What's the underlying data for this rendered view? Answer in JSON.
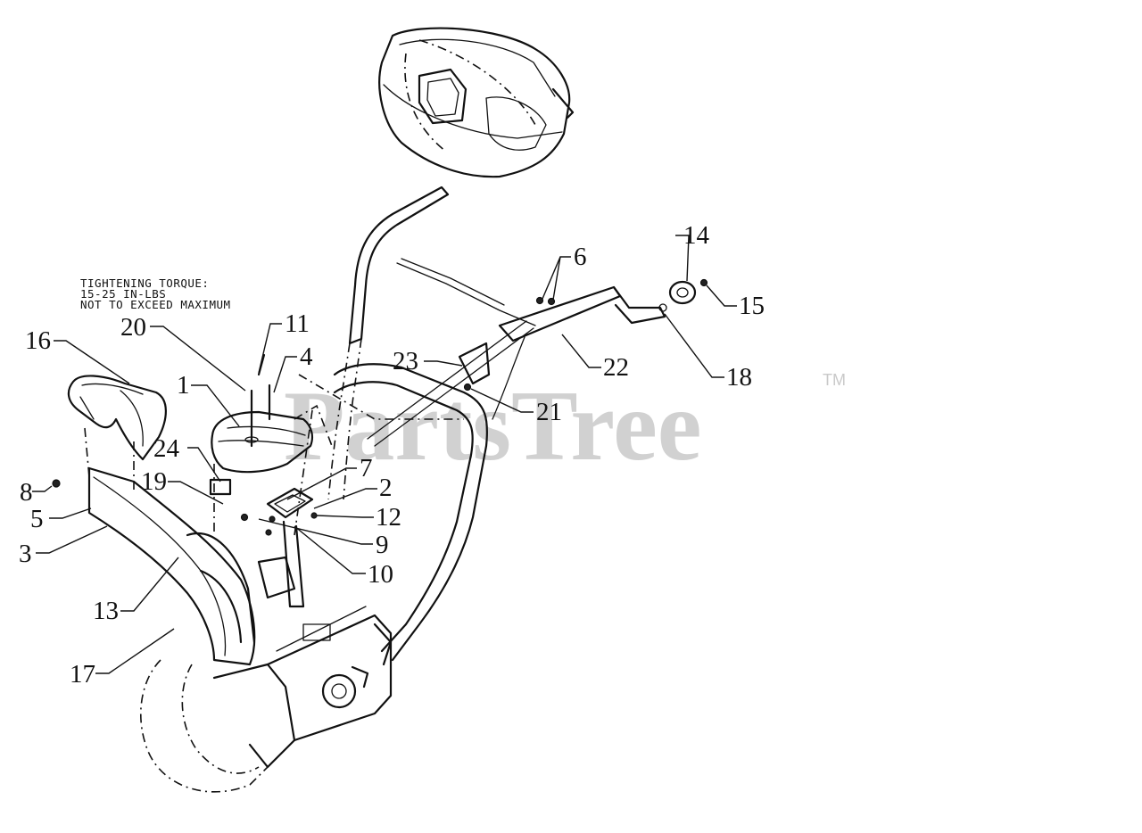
{
  "diagram": {
    "note_lines": [
      "TIGHTENING TORQUE:",
      "15-25 IN-LBS",
      "NOT TO EXCEED MAXIMUM"
    ],
    "watermark": {
      "text": "PartsTree",
      "trademark": "TM"
    },
    "callouts": {
      "c1": "1",
      "c2": "2",
      "c3": "3",
      "c4": "4",
      "c5": "5",
      "c6": "6",
      "c7": "7",
      "c8": "8",
      "c9": "9",
      "c10": "10",
      "c11": "11",
      "c12": "12",
      "c13": "13",
      "c14": "14",
      "c15": "15",
      "c16": "16",
      "c17": "17",
      "c18": "18",
      "c19": "19",
      "c20": "20",
      "c21": "21",
      "c22": "22",
      "c23": "23",
      "c24": "24"
    },
    "line_color": "#111111",
    "watermark_color": "#c9c9c9"
  }
}
